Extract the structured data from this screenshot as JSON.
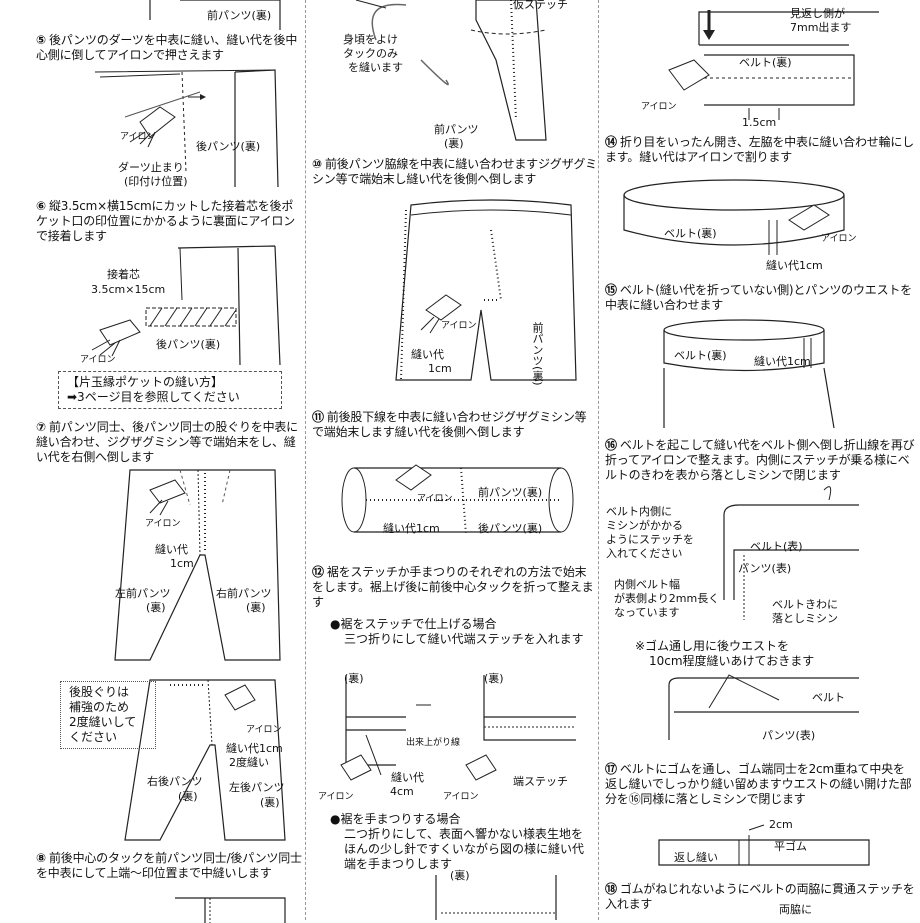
{
  "col1": {
    "top_label": "前パンツ(裏)",
    "s5": {
      "num": "⑤",
      "text": "後パンツのダーツを中表に縫い、縫い代を後中心側に倒してアイロンで押さえます"
    },
    "s5_labels": {
      "iron": "アイロン",
      "back": "後パンツ(裏)",
      "dart_end": "ダーツ止まり",
      "mark": "(印付け位置)"
    },
    "s6": {
      "num": "⑥",
      "text": "縦3.5cm×横15cmにカットした接着芯を後ポケット口の印位置にかかるように裏面にアイロンで接着します"
    },
    "s6_labels": {
      "interfacing": "接着芯",
      "size": "3.5cm×15cm",
      "iron": "アイロン",
      "back": "後パンツ(裏)"
    },
    "pocket_note": {
      "title": "【片玉縁ポケットの縫い方】",
      "ref": "➡3ページ目を参照してください"
    },
    "s7": {
      "num": "⑦",
      "text": "前パンツ同士、後パンツ同士の股ぐりを中表に縫い合わせ、ジグザグミシン等で端始末をし、縫い代を右側へ倒します"
    },
    "s7_labels": {
      "iron": "アイロン",
      "seam": "縫い代",
      "seam_v": "1cm",
      "left": "左前パンツ",
      "left2": "(裏)",
      "right": "右前パンツ",
      "right2": "(裏)"
    },
    "s7b_labels": {
      "note1": "後股ぐりは",
      "note2": "補強のため",
      "note3": "2度縫いして",
      "note4": "ください",
      "seam": "縫い代1cm",
      "twice": "2度縫い",
      "rb": "右後パンツ",
      "rb2": "(裏)",
      "lb": "左後パンツ",
      "lb2": "(裏)",
      "iron": "アイロン"
    },
    "s8": {
      "num": "⑧",
      "text": "前後中心のタックを前パンツ同士/後パンツ同士を中表にして上端〜印位置まで中縫いします"
    }
  },
  "col2": {
    "top": {
      "basting": "仮ステッチ",
      "avoid": "身頃をよけ",
      "tuck": "タックのみ",
      "sew": "を縫います",
      "front": "前パンツ",
      "front2": "(裏)"
    },
    "s10": {
      "num": "⑩",
      "text": "前後パンツ脇線を中表に縫い合わせますジグザグミシン等で端始末し縫い代を後側へ倒します"
    },
    "s10_labels": {
      "iron": "アイロン",
      "seam": "縫い代",
      "seam_v": "1cm",
      "front": "前パンツ(裏)"
    },
    "s11": {
      "num": "⑪",
      "text": "前後股下線を中表に縫い合わせジグザグミシン等で端始末します縫い代を後側へ倒します"
    },
    "s11_labels": {
      "iron": "アイロン",
      "front": "前パンツ(裏)",
      "seam": "縫い代1cm",
      "back": "後パンツ(裏)"
    },
    "s12": {
      "num": "⑫",
      "text": "裾をステッチか手まつりのそれぞれの方法で始末をします。裾上げ後に前後中心タックを折って整えます"
    },
    "s12a": {
      "title": "●裾をステッチで仕上げる場合",
      "body": "三つ折りにして縫い代端ステッチを入れます"
    },
    "s12a_labels": {
      "ura": "(裏)",
      "ura2": "(裏)",
      "finish": "出来上がり線",
      "seam": "縫い代",
      "seam_v": "4cm",
      "iron": "アイロン",
      "iron2": "アイロン",
      "edge": "端ステッチ"
    },
    "s12b": {
      "title": "●裾を手まつりする場合",
      "body": "二つ折りにして、表面へ響かない様表生地をほんの少し針ですくいながら図の様に縫い代端を手まつりします"
    },
    "s12b_labels": {
      "ura": "(裏)"
    }
  },
  "col3": {
    "top": {
      "shown": "見返し側が",
      "shown2": "7mm出ます",
      "belt": "ベルト(裏)",
      "iron": "アイロン",
      "width": "1.5cm"
    },
    "s14": {
      "num": "⑭",
      "text": "折り目をいったん開き、左脇を中表に縫い合わせ輪にします。縫い代はアイロンで割ります"
    },
    "s14_labels": {
      "belt": "ベルト(裏)",
      "iron": "アイロン",
      "seam": "縫い代1cm"
    },
    "s15": {
      "num": "⑮",
      "text": "ベルト(縫い代を折っていない側)とパンツのウエストを中表に縫い合わせます"
    },
    "s15_labels": {
      "belt": "ベルト(裏)",
      "seam": "縫い代1cm"
    },
    "s16": {
      "num": "⑯",
      "text": "ベルトを起こして縫い代をベルト側へ倒し折山線を再び折ってアイロンで整えます。内側にステッチが乗る様にベルトのきわを表から落としミシンで閉じます"
    },
    "s16_labels": {
      "inner1": "ベルト内側に",
      "inner2": "ミシンがかかる",
      "inner3": "ようにステッチを",
      "inner4": "入れてください",
      "belt": "ベルト(表)",
      "pants": "パンツ(表)",
      "w1": "内側ベルト幅",
      "w2": "が表側より2mm長く",
      "w3": "なっています",
      "edge1": "ベルトきわに",
      "edge2": "落としミシン"
    },
    "rubber_note": {
      "line1": "※ゴム通し用に後ウエストを",
      "line2": "10cm程度縫いあけておきます"
    },
    "rubber_labels": {
      "belt": "ベルト",
      "pants": "パンツ(表)"
    },
    "s17": {
      "num": "⑰",
      "text": "ベルトにゴムを通し、ゴム端同士を2cm重ねて中央を返し縫いでしっかり縫い留めますウエストの縫い開けた部分を⑯同様に落としミシンで閉じます"
    },
    "s17_labels": {
      "overlap": "2cm",
      "elastic": "平ゴム",
      "back": "返し縫い"
    },
    "s18": {
      "num": "⑱",
      "text": "ゴムがねじれないようにベルトの両脇に貫通ステッチを入れます"
    },
    "s18_labels": {
      "sides": "両脇に"
    }
  }
}
